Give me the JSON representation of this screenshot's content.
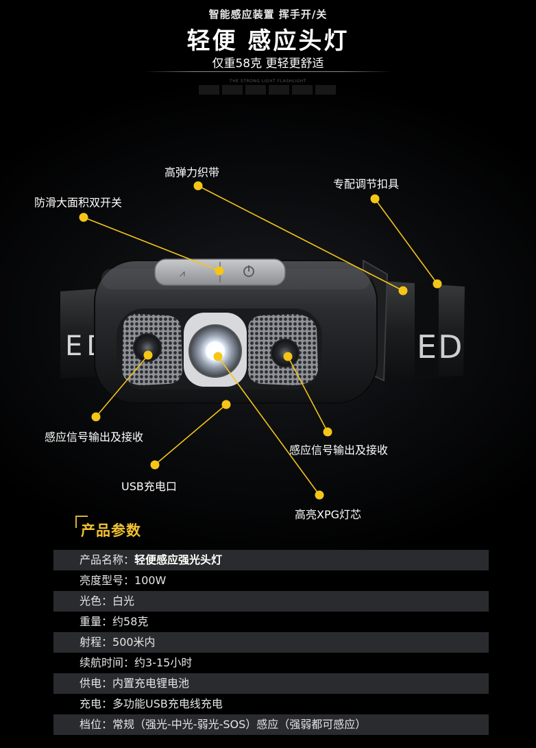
{
  "header": {
    "subtitle": "智能感应装置 挥手开/关",
    "title": "轻便 感应头灯",
    "tagline": "仅重58克 更轻更舒适",
    "small_caption": "THE STRONG LIGHT FLASHLIGHT"
  },
  "callouts": {
    "band": "高弹力织带",
    "buckle": "专配调节扣具",
    "switch": "防滑大面积双开关",
    "sensor_left": "感应信号输出及接收",
    "sensor_right": "感应信号输出及接收",
    "usb": "USB充电口",
    "xpg": "高亮XPG灯芯"
  },
  "band_text": "ED",
  "colors": {
    "accent": "#f1c232",
    "dot": "#f5c518",
    "row_alt": "#2a2b2e"
  },
  "specs": {
    "title": "产品参数",
    "rows": [
      {
        "k": "产品名称：",
        "v": "轻便感应强光头灯"
      },
      {
        "k": "亮度型号：",
        "v": "100W"
      },
      {
        "k": "光色：",
        "v": "白光"
      },
      {
        "k": "重量：",
        "v": "约58克"
      },
      {
        "k": "射程：",
        "v": "500米内"
      },
      {
        "k": "续航时间：",
        "v": "约3-15小时"
      },
      {
        "k": "供电：",
        "v": "内置充电锂电池"
      },
      {
        "k": "充电：",
        "v": "多功能USB充电线充电"
      },
      {
        "k": "档位：",
        "v": "常规（强光-中光-弱光-SOS）感应（强弱都可感应）"
      }
    ]
  }
}
